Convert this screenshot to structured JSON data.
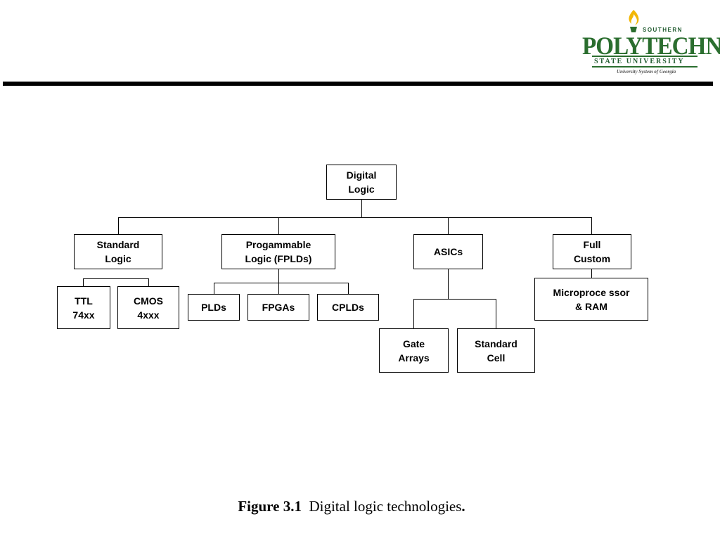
{
  "header": {
    "logo": {
      "southern": "SOUTHERN",
      "name": "POLYTECHNIC",
      "subtitle": "STATE UNIVERSITY",
      "system": "University System of Georgia"
    }
  },
  "diagram": {
    "root": "Digital\nLogic",
    "standard": "Standard\nLogic",
    "programmable": "Progammable\nLogic (FPLDs)",
    "asics": "ASICs",
    "full_custom": "Full\nCustom",
    "ttl": "TTL\n74xx",
    "cmos": "CMOS\n4xxx",
    "plds": "PLDs",
    "fpgas": "FPGAs",
    "cplds": "CPLDs",
    "microprocessor": "Microproce ssor\n& RAM",
    "gate_arrays": "Gate\nArrays",
    "standard_cell": "Standard\nCell"
  },
  "caption": {
    "label": "Figure 3.1",
    "text": "Digital logic technologies",
    "period": "."
  },
  "colors": {
    "logo_green": "#2b6e2f",
    "flame": "#f2b705"
  }
}
